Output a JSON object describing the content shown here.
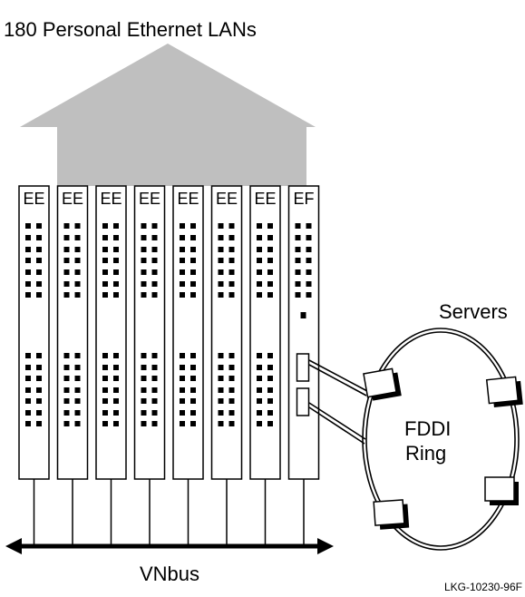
{
  "diagram": {
    "title": "180 Personal Ethernet LANs",
    "modules": [
      "EE",
      "EE",
      "EE",
      "EE",
      "EE",
      "EE",
      "EE",
      "EF"
    ],
    "servers_label": "Servers",
    "ring_label_line1": "FDDI",
    "ring_label_line2": "Ring",
    "bus_label": "VNbus",
    "figure_id": "LKG-10230-96F",
    "colors": {
      "arrow_fill": "#bfbfbf",
      "line": "#000000",
      "background": "#ffffff"
    }
  }
}
